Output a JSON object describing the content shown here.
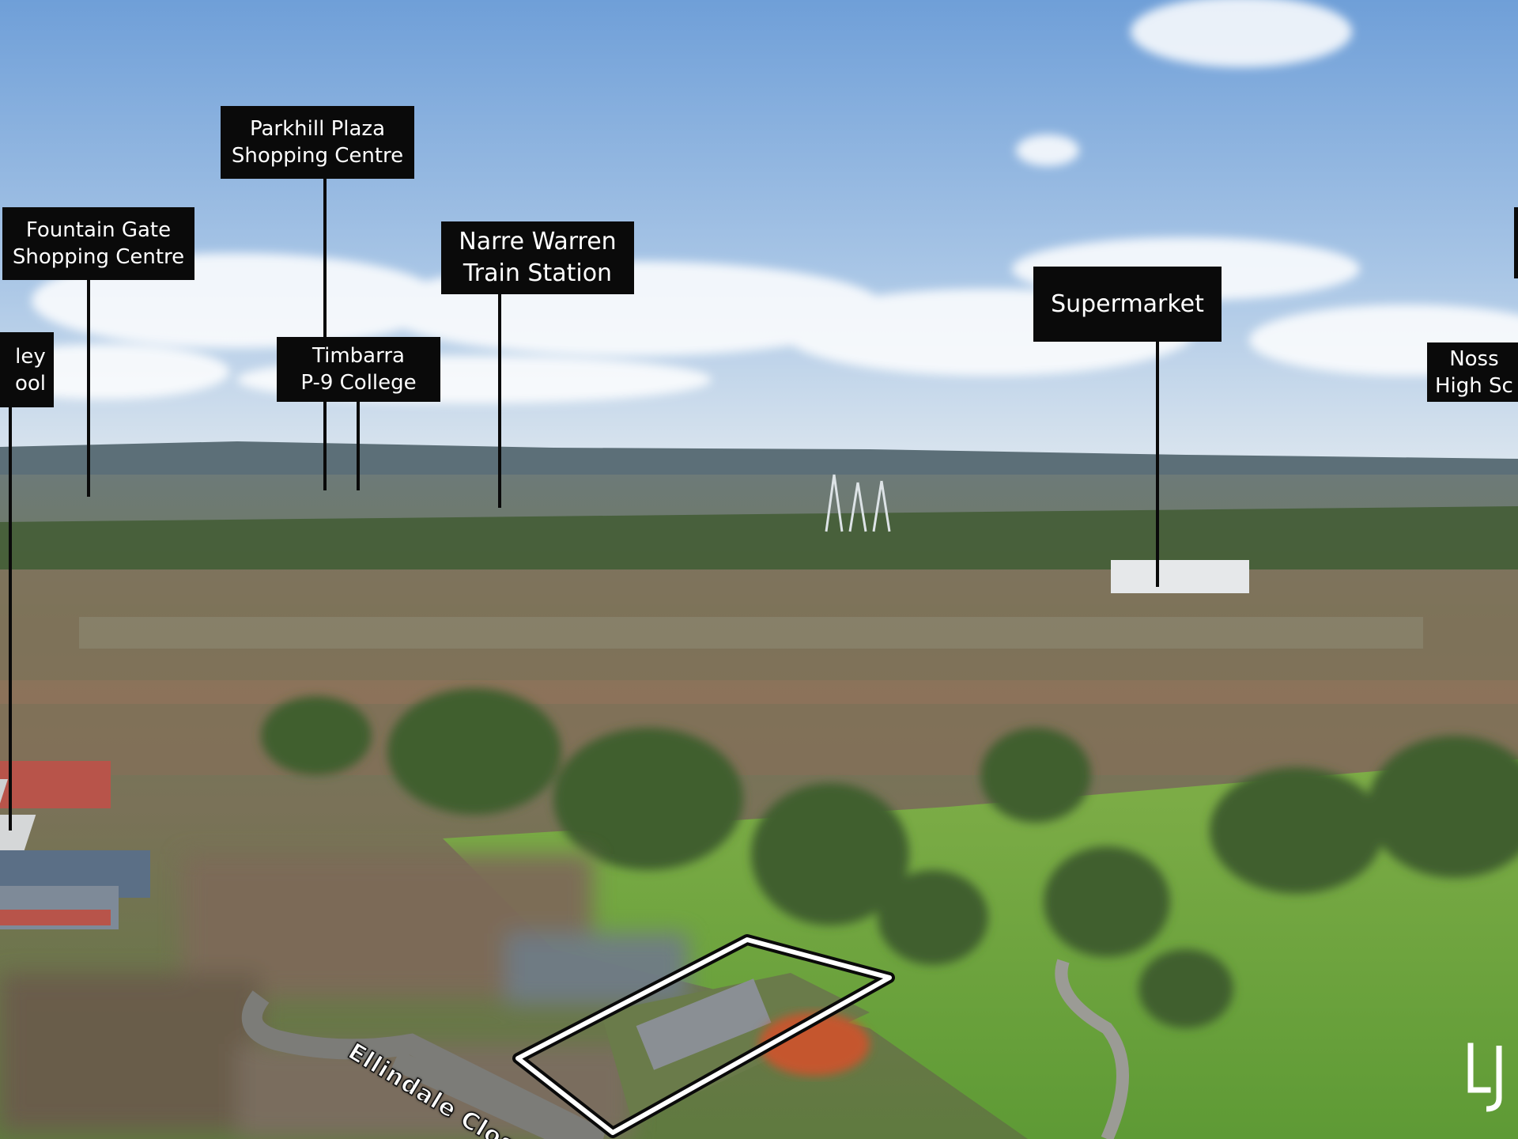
{
  "labels": {
    "fountain_gate": "Fountain Gate\nShopping Centre",
    "parkhill_plaza": "Parkhill Plaza\nShopping Centre",
    "narre_warren": "Narre Warren\nTrain Station",
    "timbarra": "Timbarra\nP-9 College",
    "supermarket": "Supermarket",
    "left_school": "ley\nool",
    "right_school": "Noss\nHigh Sc"
  },
  "street_name": "Ellindale Close",
  "logo_icon": "lj-brand-logo-icon",
  "colors": {
    "label_bg": "#0a0a0a",
    "label_text": "#ffffff",
    "sky": "#7fa8d9",
    "parcel_outline": "#ffffff"
  }
}
